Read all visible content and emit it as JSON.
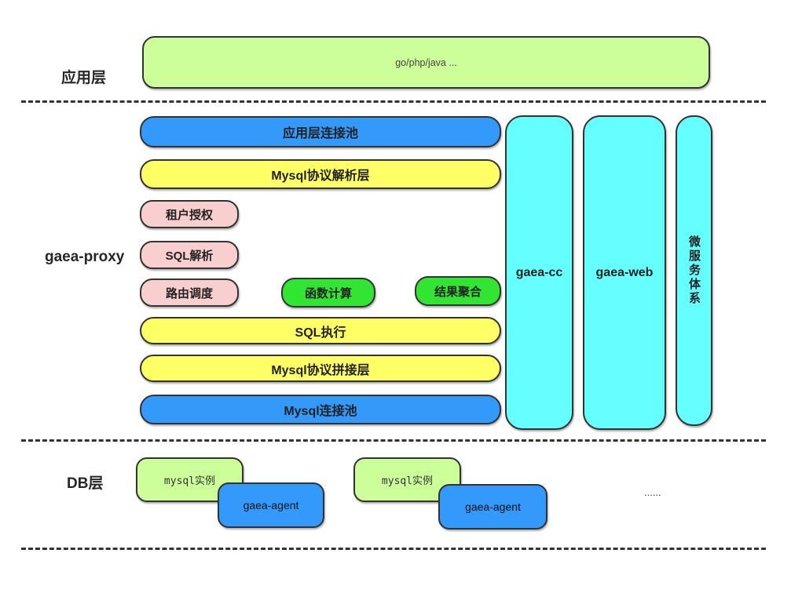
{
  "app_layer": {
    "section_label": "应用层",
    "runtime_box": "go/php/java ..."
  },
  "proxy_layer": {
    "section_label": "gaea-proxy",
    "rows": {
      "app_conn_pool": "应用层连接池",
      "mysql_protocol_parse": "Mysql协议解析层",
      "tenant_auth": "租户授权",
      "sql_parse": "SQL解析",
      "route_dispatch": "路由调度",
      "func_compute": "函数计算",
      "result_aggregate": "结果聚合",
      "sql_execute": "SQL执行",
      "mysql_protocol_assemble": "Mysql协议拼接层",
      "mysql_conn_pool": "Mysql连接池"
    },
    "side_columns": {
      "gaea_cc": "gaea-cc",
      "gaea_web": "gaea-web",
      "microservice": "微服务体系"
    }
  },
  "db_layer": {
    "section_label": "DB层",
    "groups": [
      {
        "instance": "mysql实例",
        "agent": "gaea-agent"
      },
      {
        "instance": "mysql实例",
        "agent": "gaea-agent"
      }
    ],
    "ellipsis": "......"
  },
  "colors": {
    "app_green": "#ccff99",
    "pool_blue": "#3399fa",
    "protocol_yellow": "#ffff66",
    "module_pink": "#f9cece",
    "compute_green": "#33e533",
    "column_cyan": "#66ffff",
    "outline": "#333333"
  }
}
